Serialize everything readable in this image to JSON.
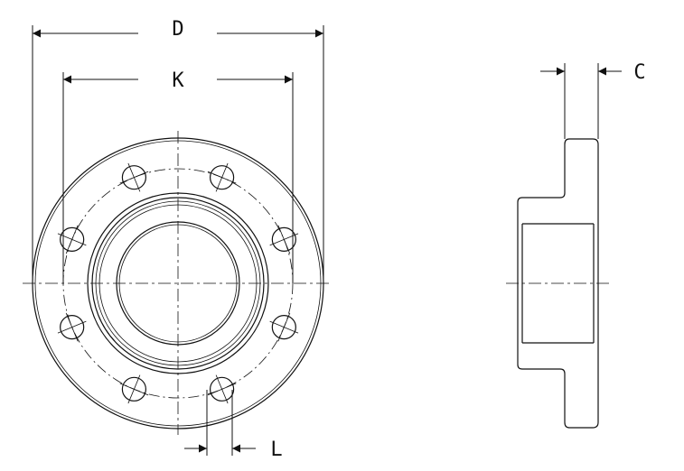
{
  "drawing": {
    "subject": "flange",
    "views": [
      "front-view",
      "side-view"
    ],
    "bolt_hole_count": 8,
    "line_color": "#111111",
    "background_color": "#ffffff",
    "dimension_labels": {
      "outer_diameter": "D",
      "bolt_circle": "K",
      "thickness": "C",
      "bolt_hole": "L"
    }
  }
}
